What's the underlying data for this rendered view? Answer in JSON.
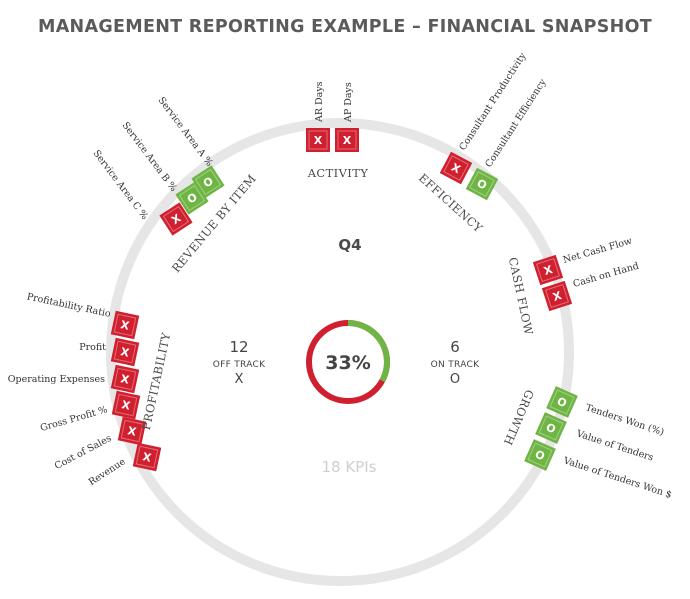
{
  "title": "MANAGEMENT REPORTING EXAMPLE – FINANCIAL SNAPSHOT",
  "center": {
    "quarter": "Q4",
    "percent_label": "33%",
    "percent_value": 33,
    "kpi_total": "18 KPIs",
    "off_track": {
      "count": "12",
      "label": "OFF TRACK",
      "mark": "X"
    },
    "on_track": {
      "count": "6",
      "label": "ON TRACK",
      "mark": "O"
    }
  },
  "colors": {
    "red": "#d0202f",
    "green": "#6fb544",
    "ring": "#e6e6e6",
    "text": "#4a4a4a"
  },
  "groups": [
    {
      "id": "activity",
      "name": "ACTIVITY",
      "kpis": [
        {
          "label": "AR Days",
          "status": "X"
        },
        {
          "label": "AP Days",
          "status": "X"
        }
      ]
    },
    {
      "id": "efficiency",
      "name": "EFFICIENCY",
      "kpis": [
        {
          "label": "Consultant Productivity",
          "status": "X"
        },
        {
          "label": "Consultant Efficiency",
          "status": "O"
        }
      ]
    },
    {
      "id": "cash-flow",
      "name": "CASH FLOW",
      "kpis": [
        {
          "label": "Net Cash Flow",
          "status": "X"
        },
        {
          "label": "Cash on Hand",
          "status": "X"
        }
      ]
    },
    {
      "id": "growth",
      "name": "GROWTH",
      "kpis": [
        {
          "label": "Tenders Won (%)",
          "status": "O"
        },
        {
          "label": "Value of Tenders",
          "status": "O"
        },
        {
          "label": "Value of Tenders Won $",
          "status": "O"
        }
      ]
    },
    {
      "id": "profitability",
      "name": "PROFITABILITY",
      "kpis": [
        {
          "label": "Profitability Ratio",
          "status": "X"
        },
        {
          "label": "Profit",
          "status": "X"
        },
        {
          "label": "Operating Expenses",
          "status": "X"
        },
        {
          "label": "Gross Profit %",
          "status": "X"
        },
        {
          "label": "Cost of Sales",
          "status": "X"
        },
        {
          "label": "Revenue",
          "status": "X"
        }
      ]
    },
    {
      "id": "revenue-by-item",
      "name": "REVENUE BY ITEM",
      "kpis": [
        {
          "label": "Service Area A %",
          "status": "O"
        },
        {
          "label": "Service Area B %",
          "status": "O"
        },
        {
          "label": "Service Area C %",
          "status": "X"
        }
      ]
    }
  ]
}
